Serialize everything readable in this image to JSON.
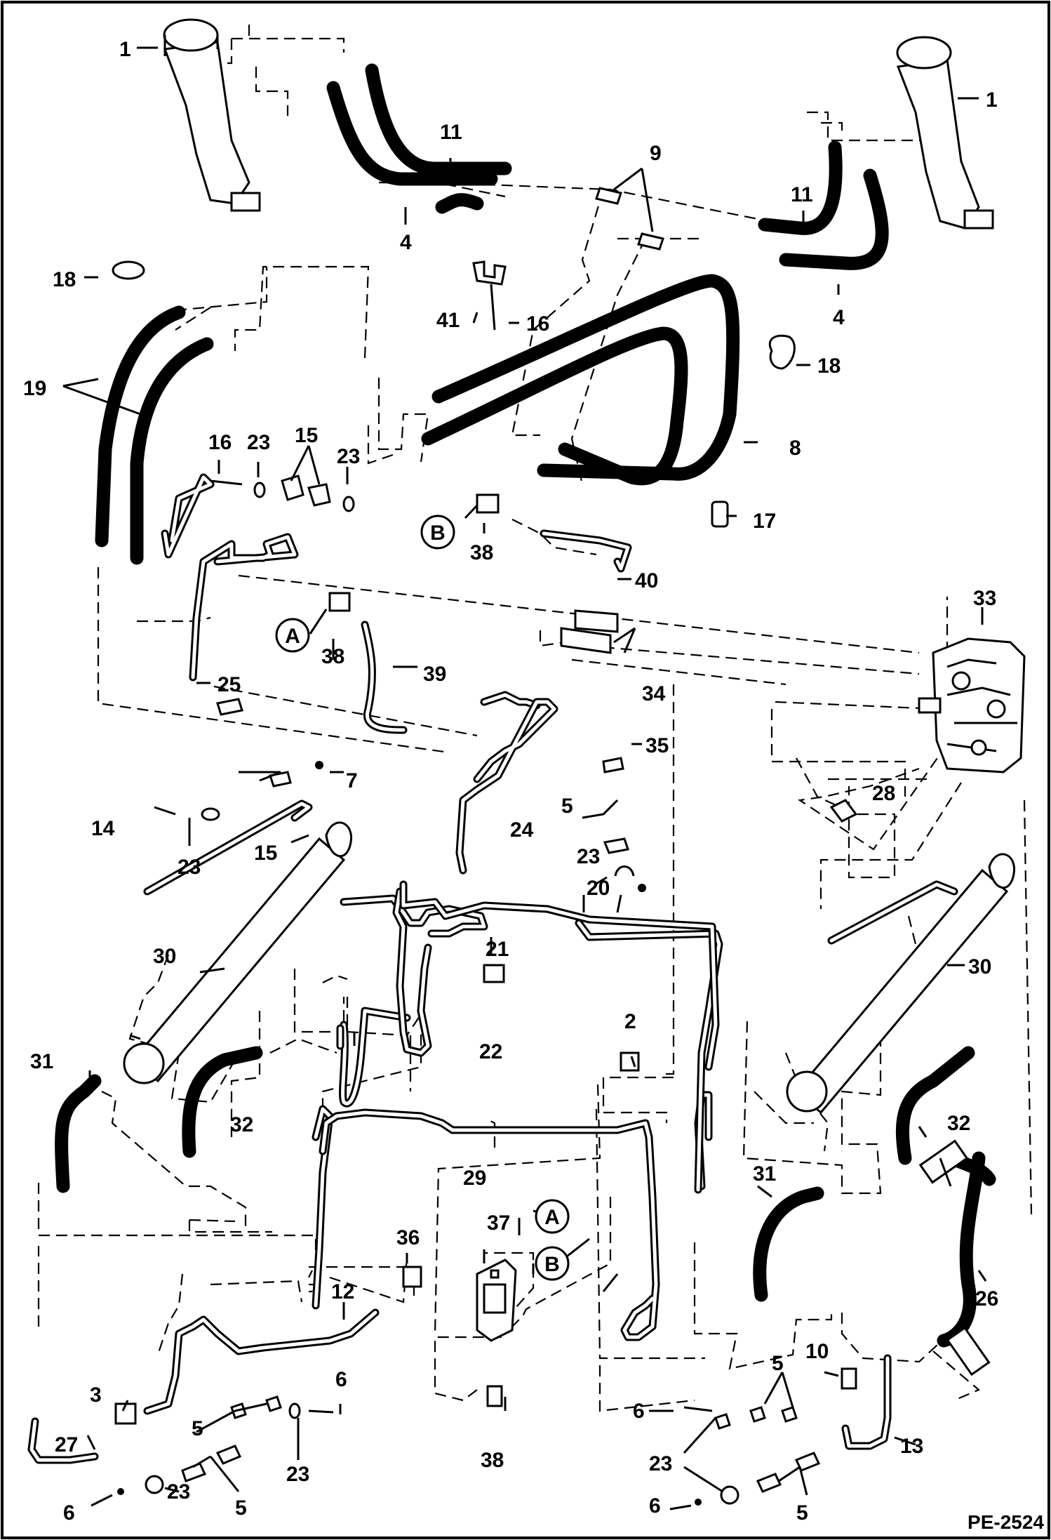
{
  "diagram": {
    "drawing_code": "PE-2524",
    "callouts": [
      {
        "id": "c1a",
        "label": "1"
      },
      {
        "id": "c1b",
        "label": "1"
      },
      {
        "id": "c11a",
        "label": "11"
      },
      {
        "id": "c9",
        "label": "9"
      },
      {
        "id": "c11b",
        "label": "11"
      },
      {
        "id": "c4a",
        "label": "4"
      },
      {
        "id": "c4b",
        "label": "4"
      },
      {
        "id": "c18a",
        "label": "18"
      },
      {
        "id": "c41",
        "label": "41"
      },
      {
        "id": "c16a",
        "label": "16"
      },
      {
        "id": "c18b",
        "label": "18"
      },
      {
        "id": "c19",
        "label": "19"
      },
      {
        "id": "c16b",
        "label": "16"
      },
      {
        "id": "c23a",
        "label": "23"
      },
      {
        "id": "c15a",
        "label": "15"
      },
      {
        "id": "c23b",
        "label": "23"
      },
      {
        "id": "c8",
        "label": "8"
      },
      {
        "id": "c17",
        "label": "17"
      },
      {
        "id": "c38a",
        "label": "38"
      },
      {
        "id": "c40",
        "label": "40"
      },
      {
        "id": "c33",
        "label": "33"
      },
      {
        "id": "c38b",
        "label": "38"
      },
      {
        "id": "c39",
        "label": "39"
      },
      {
        "id": "c25",
        "label": "25"
      },
      {
        "id": "c34",
        "label": "34"
      },
      {
        "id": "c35",
        "label": "35"
      },
      {
        "id": "c7",
        "label": "7"
      },
      {
        "id": "c14",
        "label": "14"
      },
      {
        "id": "c23c",
        "label": "23"
      },
      {
        "id": "c15b",
        "label": "15"
      },
      {
        "id": "c24",
        "label": "24"
      },
      {
        "id": "c5a",
        "label": "5"
      },
      {
        "id": "c28",
        "label": "28"
      },
      {
        "id": "c23d",
        "label": "23"
      },
      {
        "id": "c20",
        "label": "20"
      },
      {
        "id": "c30a",
        "label": "30"
      },
      {
        "id": "c21",
        "label": "21"
      },
      {
        "id": "c30b",
        "label": "30"
      },
      {
        "id": "c22",
        "label": "22"
      },
      {
        "id": "c2",
        "label": "2"
      },
      {
        "id": "c31a",
        "label": "31"
      },
      {
        "id": "c32a",
        "label": "32"
      },
      {
        "id": "c32b",
        "label": "32"
      },
      {
        "id": "c29",
        "label": "29"
      },
      {
        "id": "c31b",
        "label": "31"
      },
      {
        "id": "c37",
        "label": "37"
      },
      {
        "id": "c36",
        "label": "36"
      },
      {
        "id": "c12",
        "label": "12"
      },
      {
        "id": "c26",
        "label": "26"
      },
      {
        "id": "c6a",
        "label": "6"
      },
      {
        "id": "c3",
        "label": "3"
      },
      {
        "id": "c5b",
        "label": "5"
      },
      {
        "id": "c27",
        "label": "27"
      },
      {
        "id": "c23e",
        "label": "23"
      },
      {
        "id": "c38c",
        "label": "38"
      },
      {
        "id": "c5c",
        "label": "5"
      },
      {
        "id": "c10",
        "label": "10"
      },
      {
        "id": "c13",
        "label": "13"
      },
      {
        "id": "c6b",
        "label": "6"
      },
      {
        "id": "c23f",
        "label": "23"
      },
      {
        "id": "c5d",
        "label": "5"
      },
      {
        "id": "c6c",
        "label": "6"
      },
      {
        "id": "c23g",
        "label": "23"
      },
      {
        "id": "c5e",
        "label": "5"
      },
      {
        "id": "c6d",
        "label": "6"
      }
    ],
    "connectors": [
      {
        "id": "conA1",
        "label": "A"
      },
      {
        "id": "conB1",
        "label": "B"
      },
      {
        "id": "conA2",
        "label": "A"
      },
      {
        "id": "conB2",
        "label": "B"
      }
    ]
  }
}
